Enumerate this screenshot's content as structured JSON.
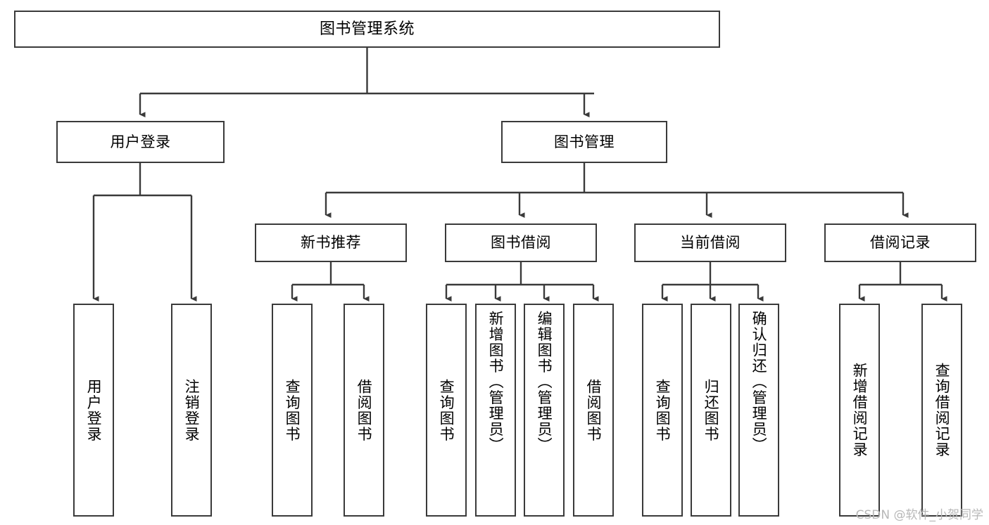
{
  "diagram": {
    "title": "图书管理系统",
    "type": "hierarchy-tree",
    "watermark": "CSDN @软件_小贺同学",
    "colors": {
      "box_border": "#3a3a3a",
      "box_fill": "#ffffff",
      "edge": "#3a3a3a",
      "text": "#000000",
      "watermark": "#b8b8b8",
      "background": "#ffffff"
    },
    "levels": {
      "root": {
        "label": "图书管理系统"
      },
      "level1": [
        {
          "id": "user-login",
          "label": "用户登录"
        },
        {
          "id": "book-manage",
          "label": "图书管理"
        }
      ],
      "level2": [
        {
          "id": "new-book-recommend",
          "label": "新书推荐",
          "parent": "book-manage"
        },
        {
          "id": "book-borrow",
          "label": "图书借阅",
          "parent": "book-manage"
        },
        {
          "id": "current-borrow",
          "label": "当前借阅",
          "parent": "book-manage"
        },
        {
          "id": "borrow-record",
          "label": "借阅记录",
          "parent": "book-manage"
        }
      ],
      "leaves": [
        {
          "id": "leaf-user-login",
          "label": "用户登录",
          "parent": "user-login"
        },
        {
          "id": "leaf-logout",
          "label": "注销登录",
          "parent": "user-login"
        },
        {
          "id": "leaf-query-book-1",
          "label": "查询图书",
          "parent": "new-book-recommend"
        },
        {
          "id": "leaf-borrow-book-1",
          "label": "借阅图书",
          "parent": "new-book-recommend"
        },
        {
          "id": "leaf-query-book-2",
          "label": "查询图书",
          "parent": "book-borrow"
        },
        {
          "id": "leaf-add-book",
          "label": "新增图书（管理员）",
          "parent": "book-borrow"
        },
        {
          "id": "leaf-edit-book",
          "label": "编辑图书（管理员）",
          "parent": "book-borrow"
        },
        {
          "id": "leaf-borrow-book-2",
          "label": "借阅图书",
          "parent": "book-borrow"
        },
        {
          "id": "leaf-query-book-3",
          "label": "查询图书",
          "parent": "current-borrow"
        },
        {
          "id": "leaf-return-book",
          "label": "归还图书",
          "parent": "current-borrow"
        },
        {
          "id": "leaf-confirm-return",
          "label": "确认归还（管理员）",
          "parent": "current-borrow"
        },
        {
          "id": "leaf-add-record",
          "label": "新增借阅记录",
          "parent": "borrow-record"
        },
        {
          "id": "leaf-query-record",
          "label": "查询借阅记录",
          "parent": "borrow-record"
        }
      ]
    }
  }
}
